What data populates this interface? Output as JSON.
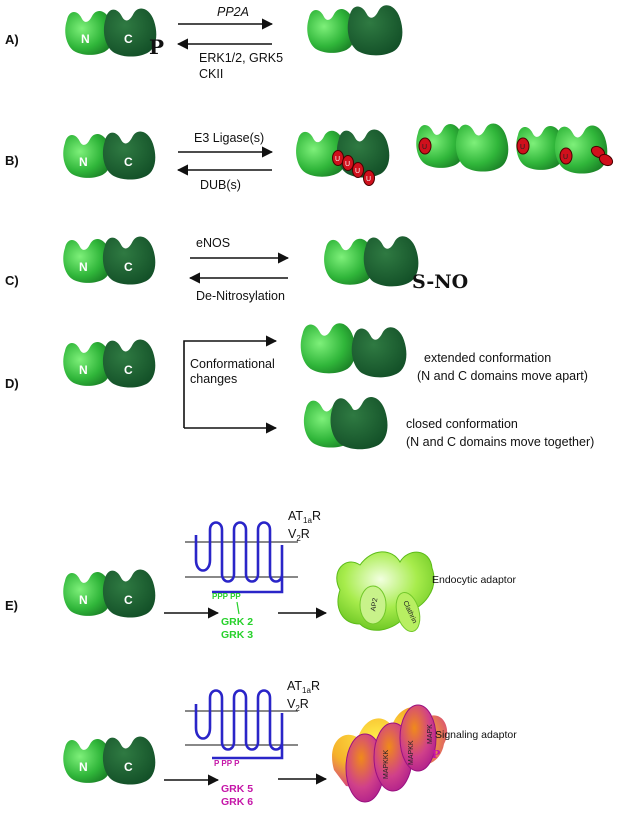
{
  "sections": {
    "a": {
      "label": "A)",
      "top": "PP2A",
      "bottom": "ERK1/2, GRK5",
      "bottom2": "CKII",
      "mod": "P"
    },
    "b": {
      "label": "B)",
      "top": "E3 Ligase(s)",
      "bottom": "DUB(s)",
      "ubq": "U"
    },
    "c": {
      "label": "C)",
      "top": "eNOS",
      "bottom": "De-Nitrosylation",
      "mod": "S-NO"
    },
    "d": {
      "label": "D)",
      "branch": "Conformational",
      "branch2": "changes",
      "ext": "extended conformation",
      "ext2": "(N and C domains move apart)",
      "closed": "closed conformation",
      "closed2": "(N and C domains move together)"
    },
    "e": {
      "label": "E)",
      "rec1": "AT",
      "rec1_sub": "1a",
      "rec1_r": "R",
      "rec2": "V",
      "rec2_sub": "2",
      "rec2_r": "R",
      "grk_a": "GRK 2",
      "grk_b": "GRK 3",
      "grk_c": "GRK 5",
      "grk_d": "GRK 6",
      "endo": "Endocytic adaptor",
      "ap2": "AP2",
      "clathrin": "Clathrin",
      "sig": "Signaling adaptor",
      "mapkkk": "MAPKKK",
      "mapkk": "MAPKK",
      "mapk": "MAPK",
      "p_mark": "P"
    }
  },
  "domains": {
    "n": "N",
    "c": "C"
  },
  "colors": {
    "n_domain": "#2fb33a",
    "c_domain": "#11552a",
    "ubiquitin": "#d0101c",
    "receptor": "#2a25c8",
    "grk_green": "#27d12b",
    "grk_magenta": "#c516a8"
  }
}
